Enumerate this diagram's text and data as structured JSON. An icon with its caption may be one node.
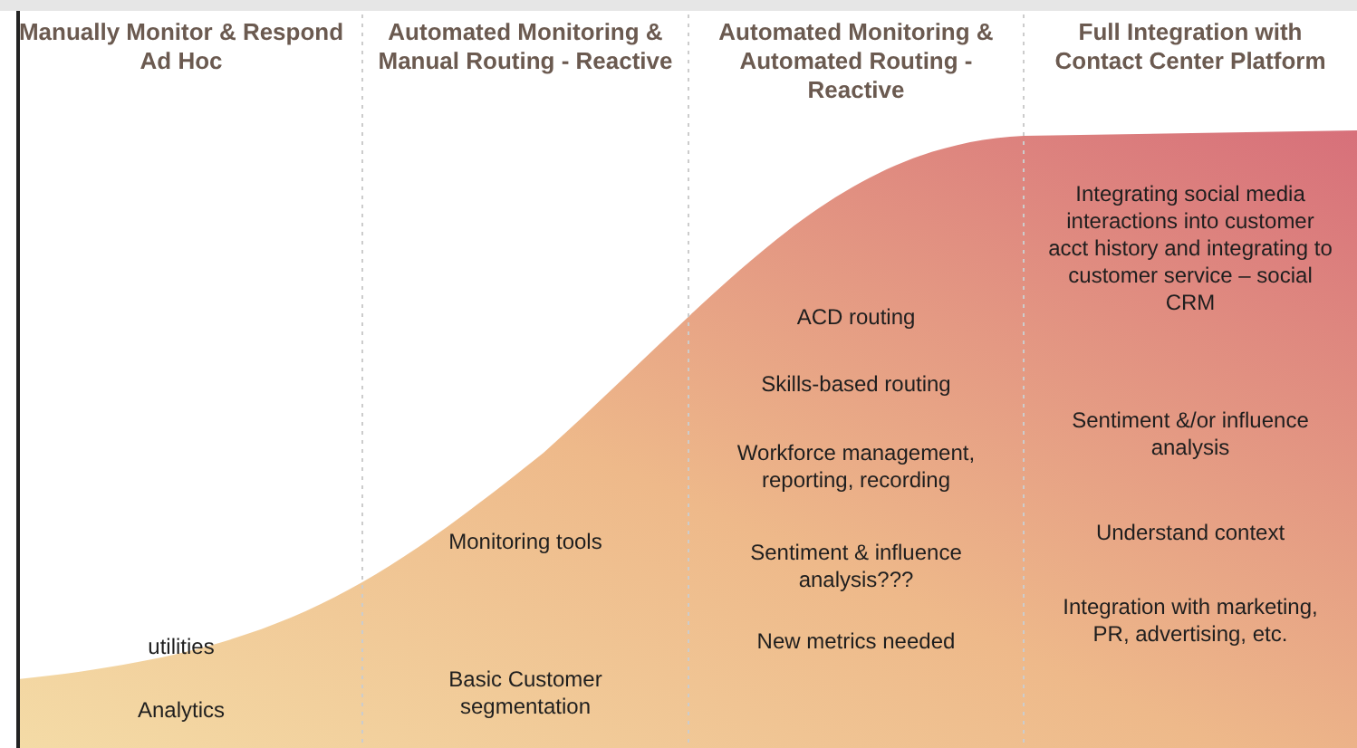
{
  "diagram": {
    "nodes": [
      {
        "text": [
          "Manually Monitor & Respond Ad Hoc"
        ]
      },
      {
        "text": [
          "utilities"
        ],
        "in": 0
      },
      {
        "text": [
          "Analytics"
        ],
        "in": 0
      },
      {
        "text": [
          "Automated Monitoring & Manual Routing - Reactive"
        ]
      },
      {
        "text": [
          "Monitoring tools"
        ],
        "in": 3
      },
      {
        "text": [
          "Basic Customer segmentation"
        ],
        "in": 3
      },
      {
        "text": [
          "Automated Monitoring & Automated Routing - Reactive"
        ]
      },
      {
        "text": [
          "ACD routing"
        ],
        "in": 6
      },
      {
        "text": [
          "Skills-based routing"
        ],
        "in": 6
      },
      {
        "text": [
          "Workforce management, reporting, recording"
        ],
        "in": 6
      },
      {
        "text": [
          "Sentiment & influence analysis???"
        ],
        "in": 6
      },
      {
        "text": [
          "New metrics needed"
        ],
        "in": 6
      },
      {
        "text": [
          "Full Integration with Contact Center Platform"
        ]
      },
      {
        "text": [
          "Integrating social media interactions into customer acct history and integrating to customer service – social CRM"
        ],
        "in": 12
      },
      {
        "text": [
          "Sentiment &/or influence analysis"
        ],
        "in": 12
      },
      {
        "text": [
          "Understand context"
        ],
        "in": 12
      },
      {
        "text": [
          "Integration with marketing, PR, advertising, etc."
        ],
        "in": 12
      }
    ],
    "edges": []
  }
}
